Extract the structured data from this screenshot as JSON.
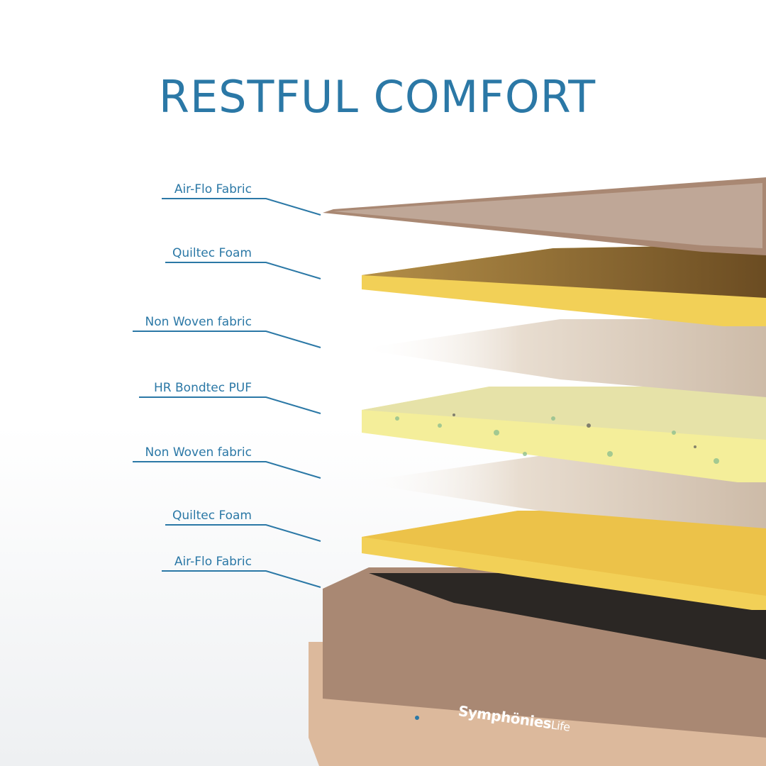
{
  "title": "RESTFUL COMFORT",
  "layers": [
    {
      "label": "Air-Flo Fabric"
    },
    {
      "label": "Quiltec Foam"
    },
    {
      "label": "Non Woven fabric"
    },
    {
      "label": "HR Bondtec PUF"
    },
    {
      "label": "Non Woven fabric"
    },
    {
      "label": "Quiltec Foam"
    },
    {
      "label": "Air-Flo Fabric"
    }
  ],
  "brand": {
    "name": "Symphönies",
    "suffix": "Life"
  },
  "colors": {
    "accent": "#2b78a6",
    "fabric": "#a98873",
    "foam": "#f2d057",
    "base": "#dcb99c"
  }
}
